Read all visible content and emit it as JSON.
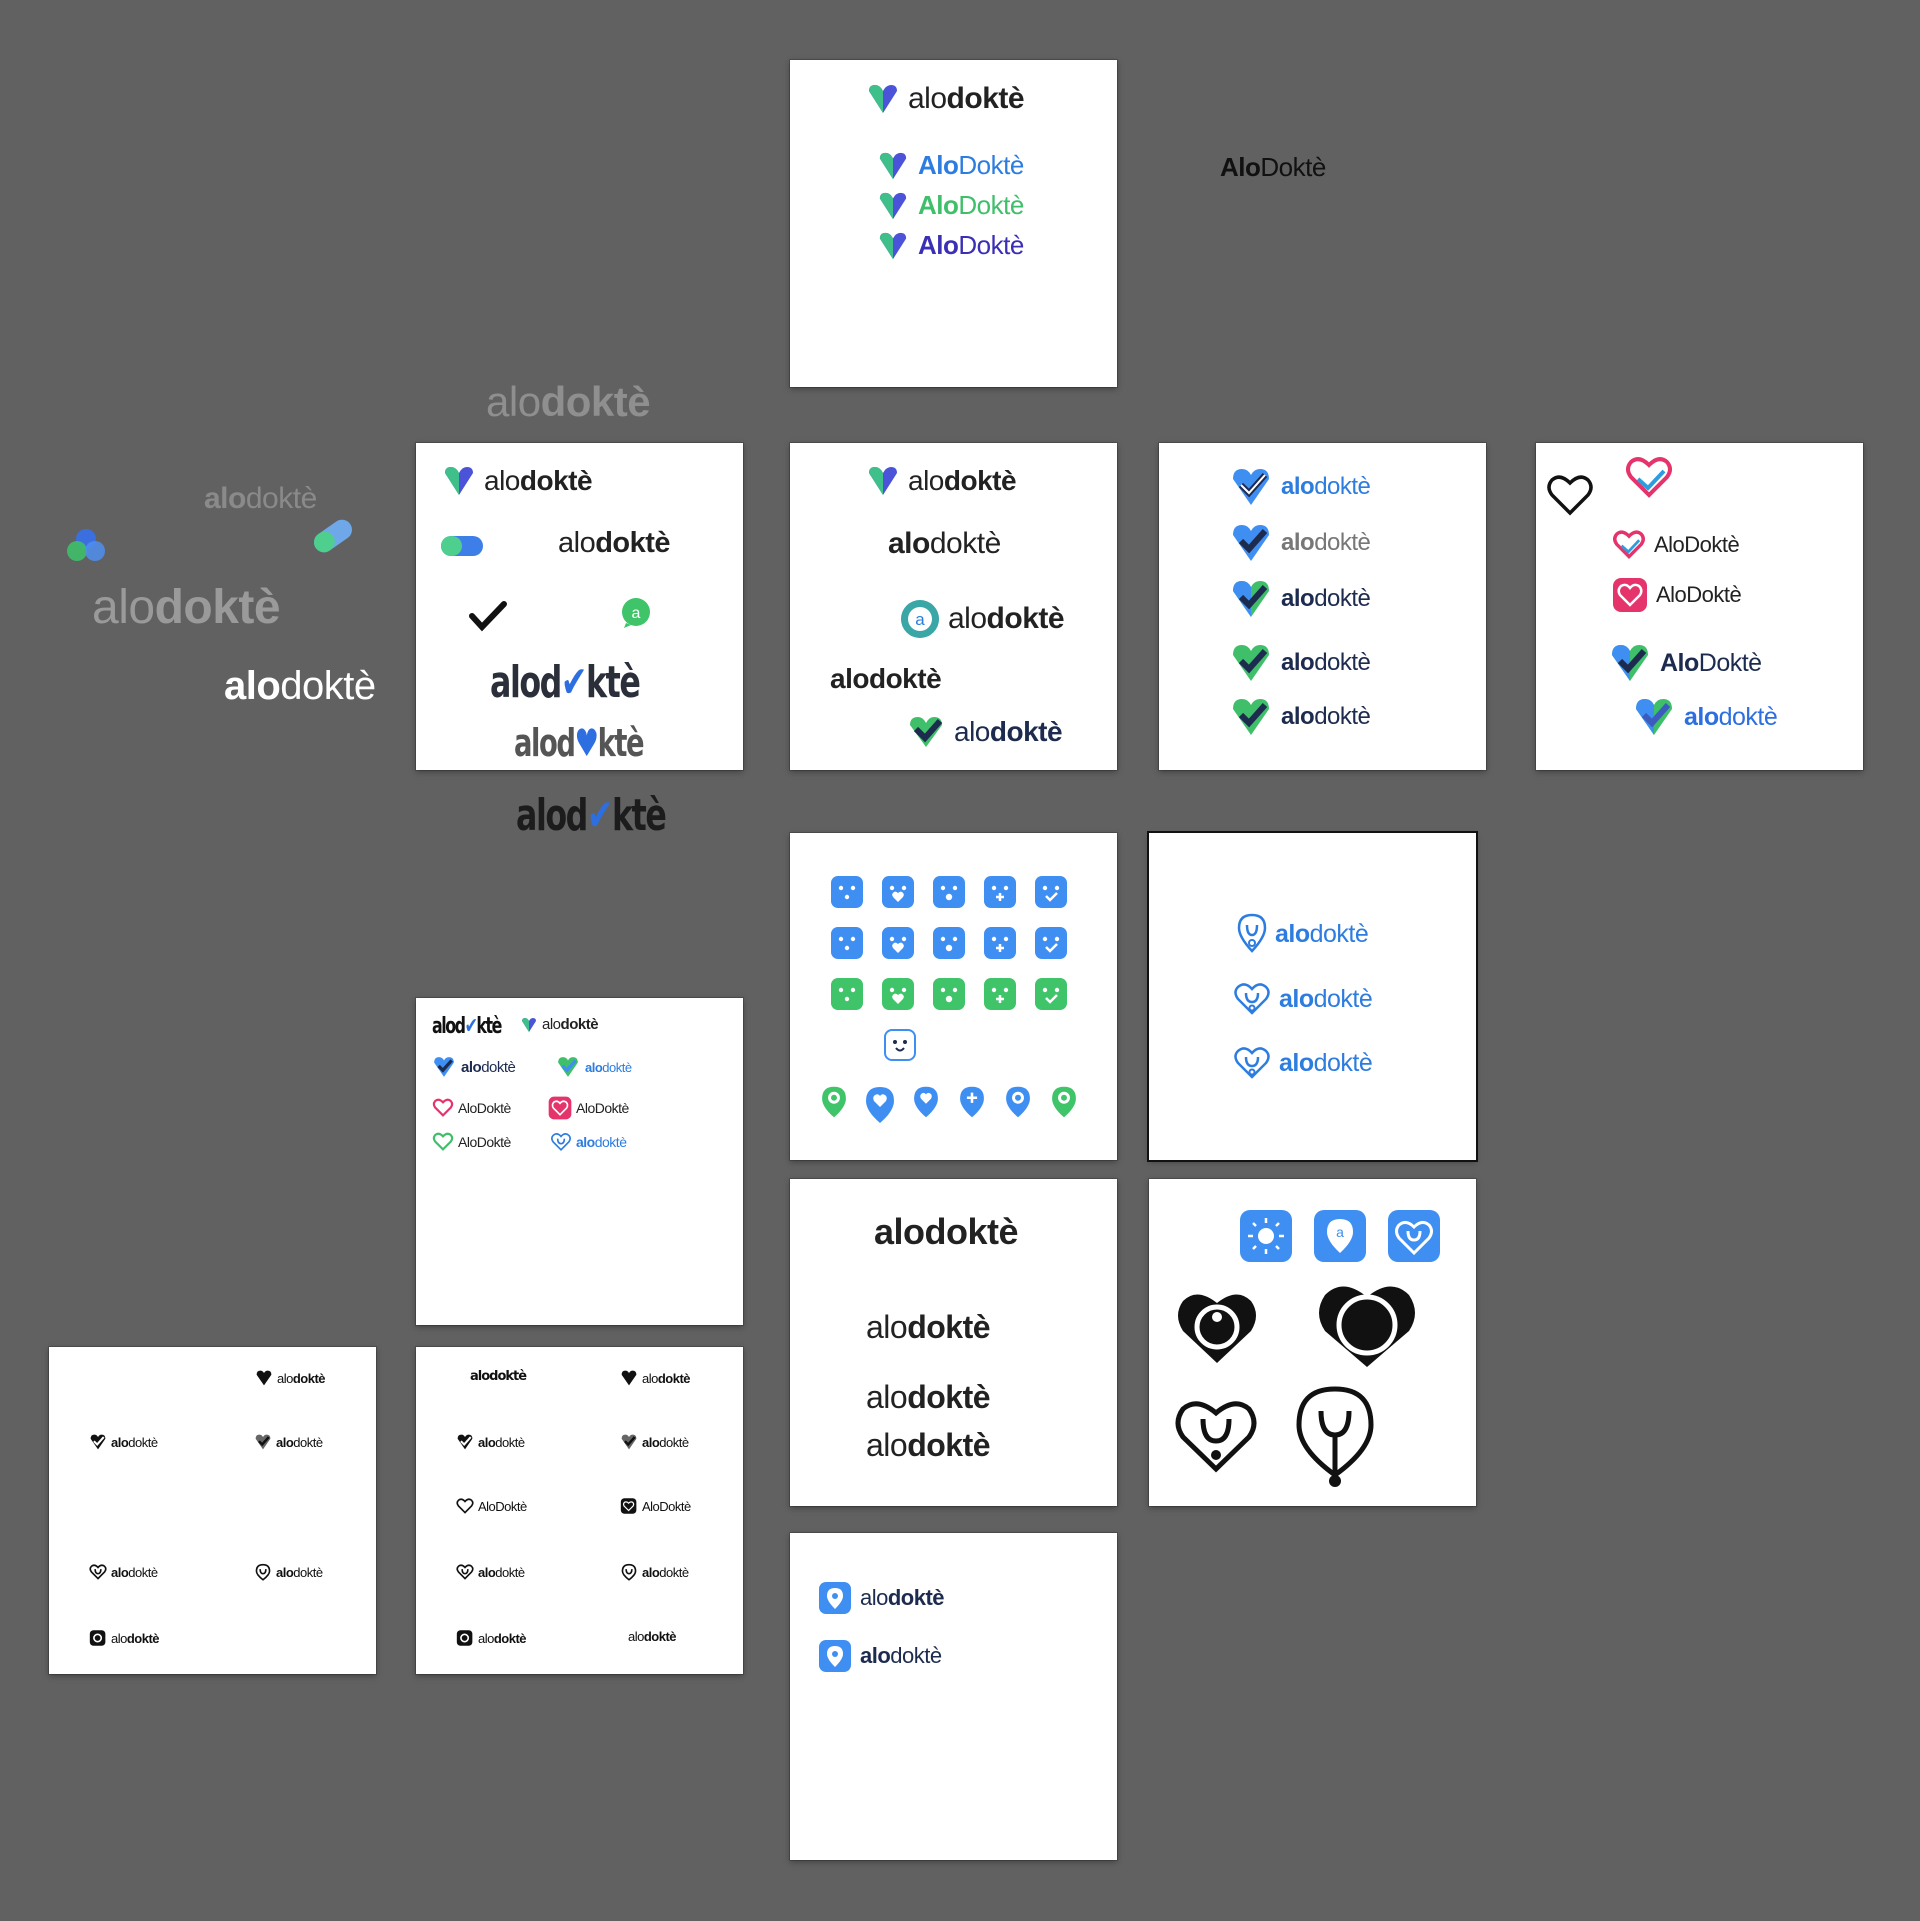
{
  "canvas": {
    "background": "#616161",
    "artboard_color": "#ffffff"
  },
  "brand": {
    "alo": "alo",
    "dokte": "doktè",
    "Alo": "Alo",
    "Dokte": "Doktè",
    "aloD": "alod",
    "kte": "ktè",
    "full_cap": "AloDoktè",
    "full_low": "alodoktè"
  },
  "colors": {
    "blue": "#2d7de0",
    "green": "#3fbf6a",
    "purple": "#3b2fb5",
    "navy": "#1d2b4f",
    "pink": "#e5336b",
    "grey": "#8a8a8a",
    "light_grey": "#c8c8c8",
    "tile_blue": "#3f8ff2",
    "tile_green": "#3fc46a",
    "black": "#111111"
  },
  "loose_text": {
    "top_right": "AloDoktè",
    "grey_large": "alodoktè",
    "grey_small": "alodoktè",
    "grey_mid": "alodoktè",
    "white": "alodoktè",
    "cond_dark": "alodoktè"
  },
  "icons": {
    "heart_v": "heart-v-icon",
    "check_heart": "check-heart-icon",
    "heart_outline": "heart-outline-icon",
    "stethoscope": "stethoscope-heart-icon",
    "pin": "map-pin-icon",
    "chat": "chat-bubble-icon",
    "dice": "dice-face-icon",
    "checkmark": "checkmark-icon",
    "pill": "pill-icon"
  }
}
